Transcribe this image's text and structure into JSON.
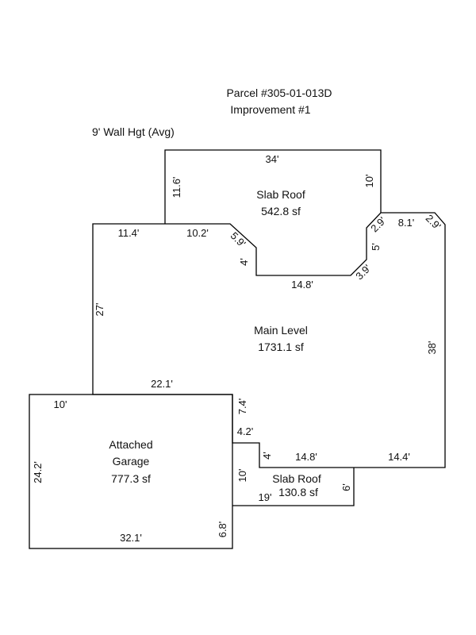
{
  "header": {
    "parcel": "Parcel #305-01-013D",
    "improvement": "Improvement #1",
    "wall_height": "9' Wall Hgt (Avg)"
  },
  "areas": {
    "slab_roof_top": {
      "name": "Slab Roof",
      "area": "542.8 sf"
    },
    "main_level": {
      "name": "Main Level",
      "area": "1731.1 sf"
    },
    "garage": {
      "name_line1": "Attached",
      "name_line2": "Garage",
      "area": "777.3 sf"
    },
    "slab_roof_bottom": {
      "name": "Slab Roof",
      "area": "130.8 sf"
    }
  },
  "dimensions": {
    "top_34": "34'",
    "top_left_11_6": "11.6'",
    "top_right_10": "10'",
    "d_11_4": "11.4'",
    "d_10_2": "10.2'",
    "d_5_9": "5.9'",
    "d_4_upper": "4'",
    "d_14_8_upper": "14.8'",
    "d_3_9": "3.9'",
    "d_5": "5'",
    "d_2_9_left": "2.9'",
    "d_8_1": "8.1'",
    "d_2_9_right": "2.9'",
    "d_27": "27'",
    "d_38": "38'",
    "d_22_1": "22.1'",
    "d_7_4": "7.4'",
    "d_10_garage": "10'",
    "d_4_2": "4.2'",
    "d_4_lower": "4'",
    "d_14_8_lower": "14.8'",
    "d_14_4": "14.4'",
    "d_24_2": "24.2'",
    "d_10_slab": "10'",
    "d_19": "19'",
    "d_6": "6'",
    "d_6_8": "6.8'",
    "d_32_1": "32.1'"
  }
}
